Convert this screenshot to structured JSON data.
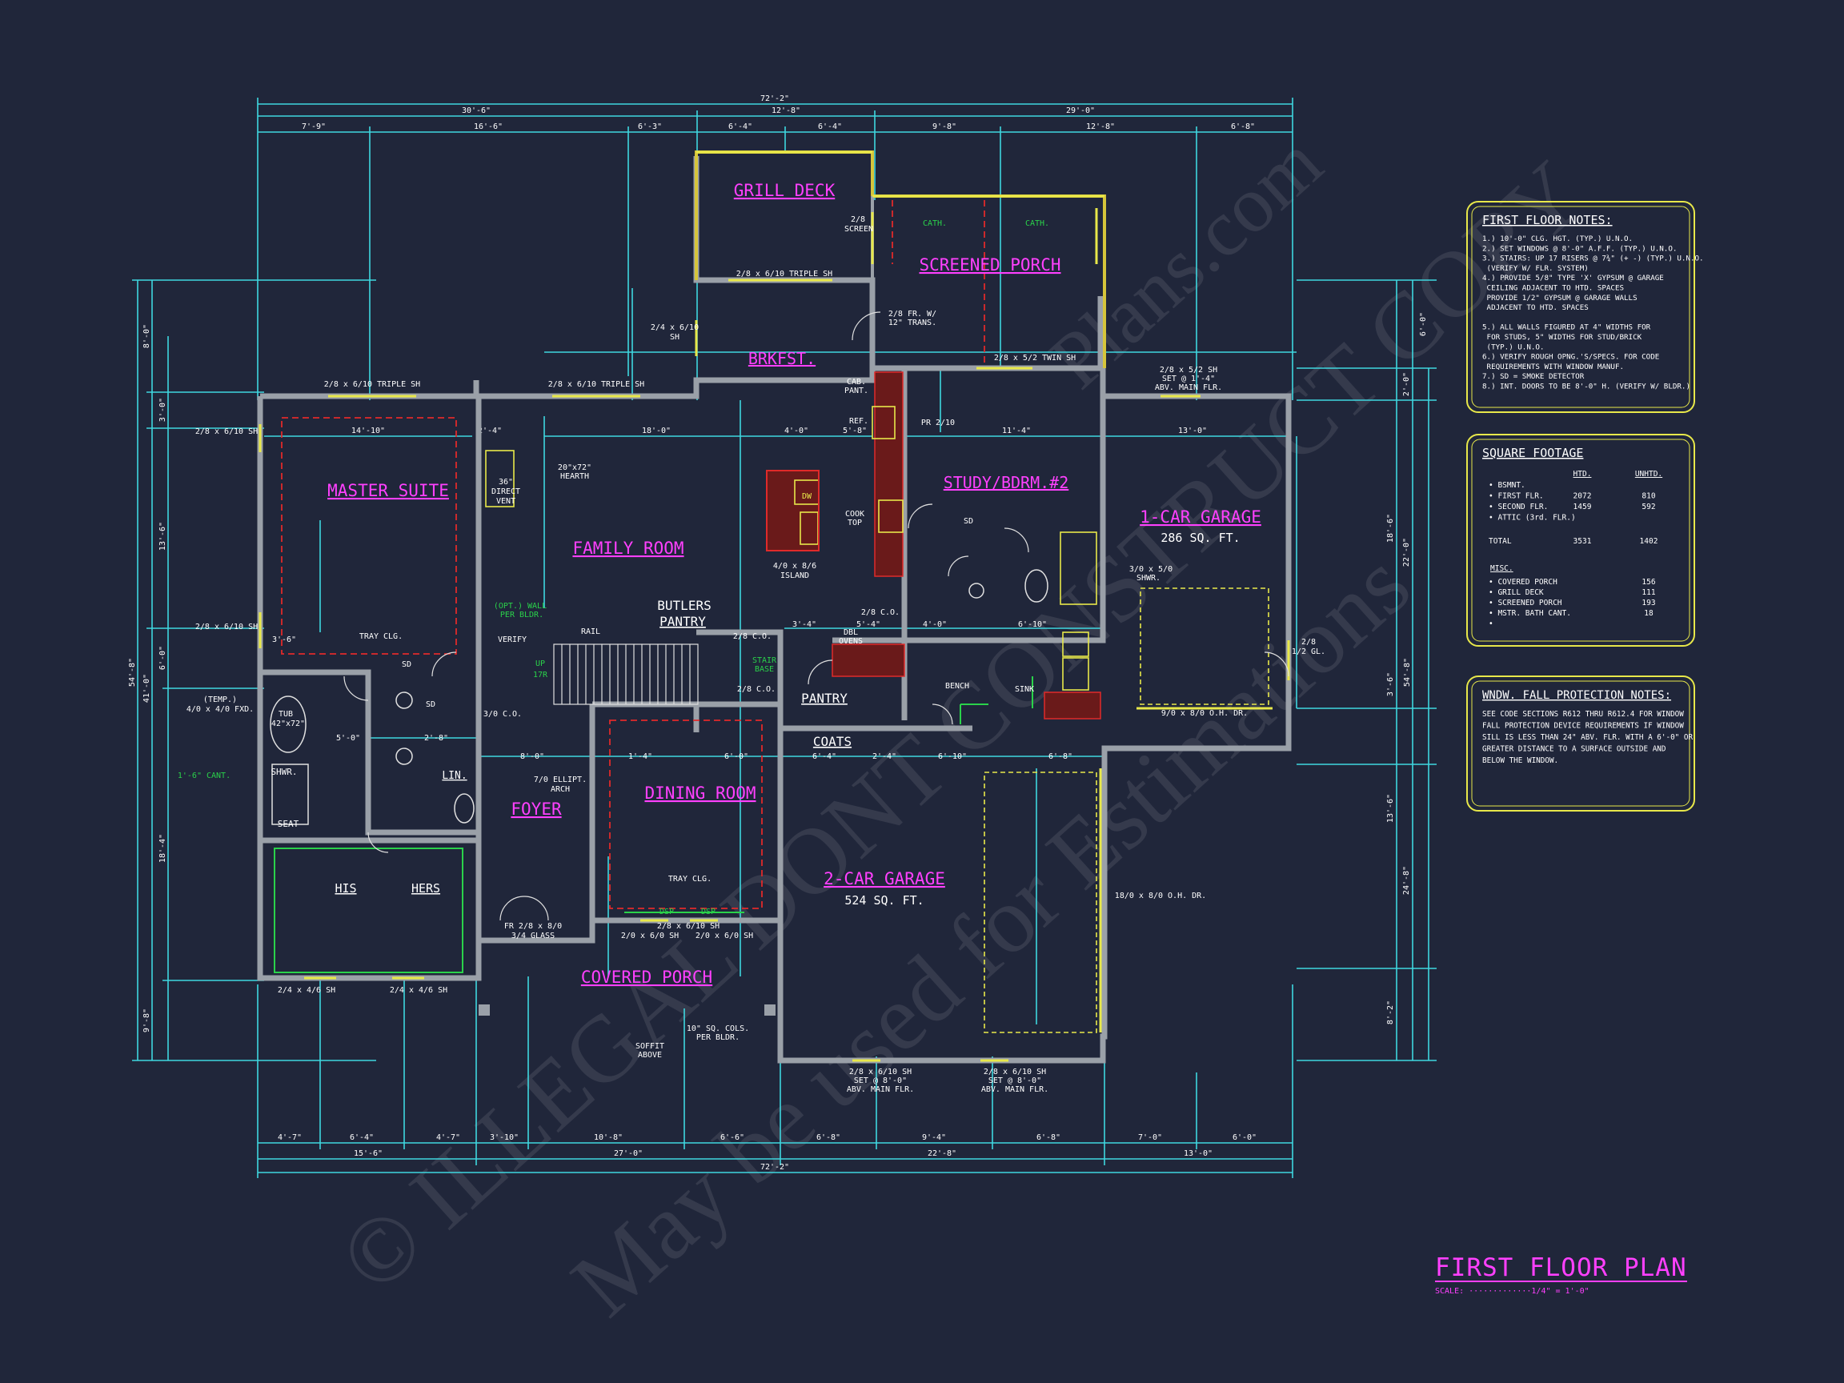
{
  "drawing": {
    "title": "FIRST FLOOR PLAN",
    "scale": "SCALE: ·············1/4\" = 1'-0\"",
    "watermark_1": "© ILLEGAL DONT CONSTRUCT COPY",
    "watermark_2": "May be used for Estimations",
    "watermark_3": "Plans.com"
  },
  "colors": {
    "background": "#20263a",
    "wall": "#9aa0a8",
    "dimension": "#3fd7e0",
    "room_label": "#ff40ff",
    "annotation": "#ffffff",
    "window": "#e8e84a",
    "red_dashed": "#e02a2a",
    "green": "#2ad24a",
    "note_border": "#e8e84a"
  },
  "rooms": {
    "grill_deck": "GRILL DECK",
    "screened_porch": "SCREENED PORCH",
    "brkfst": "BRKFST.",
    "master_suite": "MASTER SUITE",
    "family_room": "FAMILY ROOM",
    "study": "STUDY/BDRM.#2",
    "garage1": "1-CAR GARAGE",
    "garage1_area": "286 SQ. FT.",
    "butlers": "BUTLERS",
    "butlers2": "PANTRY",
    "pantry": "PANTRY",
    "coats": "COATS",
    "foyer": "FOYER",
    "dining": "DINING ROOM",
    "garage2": "2-CAR GARAGE",
    "garage2_area": "524 SQ. FT.",
    "covered_porch": "COVERED PORCH",
    "his": "HIS",
    "hers": "HERS",
    "lin": "LIN.",
    "shwr": "SHWR.",
    "seat": "SEAT"
  },
  "annotations": {
    "w_triple_sh_top": "2/8 x 6/10 TRIPLE SH",
    "w_triple_sh_mid": "2/8 x 6/10 TRIPLE SH",
    "w_triple_sh_brk": "2/8 x 6/10 TRIPLE SH",
    "w_sh_left1": "2/8 x 6/10 SH",
    "w_sh_left2": "2/8 x 6/10 SH",
    "w_sh_brk": "2/4 x 6/10",
    "w_sh_brk2": "SH",
    "w_twin_sh": "2/8 x 5/2 TWIN SH",
    "w_garage_sh": "2/8 x 5/2 SH",
    "w_garage_sh2": "SET @ 1'-4\"",
    "w_garage_sh3": "ABV. MAIN FLR.",
    "screen": "2/8",
    "screen2": "SCREEN",
    "cath1": "CATH.",
    "cath2": "CATH.",
    "fr": "2/8 FR. W/",
    "fr2": "12\" TRANS.",
    "cab_pant": "CAB.",
    "cab_pant2": "PANT.",
    "ref": "REF.",
    "pr": "PR 2/10",
    "hearth": "20\"x72\"",
    "hearth2": "HEARTH",
    "direct": "36\"",
    "direct2": "DIRECT",
    "direct3": "VENT",
    "dw": "DW",
    "cooktop": "COOK",
    "cooktop2": "TOP",
    "island": "4/0 x 8/6",
    "island2": "ISLAND",
    "tray1": "TRAY CLG.",
    "tray2": "TRAY CLG.",
    "shwr_door": "3/0 x 5/0",
    "shwr_door2": "SHWR.",
    "rail": "RAIL",
    "verify": "VERIFY",
    "opt_wall": "(OPT.) WALL",
    "opt_wall2": "PER BLDR.",
    "up": "UP",
    "risers": "17R",
    "co1": "2/8 C.O.",
    "co2": "2/8 C.O.",
    "co3": "2/8 C.O.",
    "co4": "3/0 C.O.",
    "dbl_ovens": "DBL",
    "dbl_ovens2": "OVENS",
    "bench": "BENCH",
    "sink": "SINK",
    "ellipt": "7/0 ELLIPT.",
    "ellipt2": "ARCH",
    "front_door": "FR 2/8 x 8/0",
    "front_door2": "3/4 GLASS",
    "dining_win1": "2/8 x 6/10 SH",
    "dining_win2": "2/0 x 6/0 SH",
    "dining_win3": "2/0 x 6/0 SH",
    "soffit": "SOFFIT",
    "soffit2": "ABOVE",
    "cols": "10\" SQ. COLS.",
    "cols2": "PER BLDR.",
    "g_win1": "2/8 x 6/10 SH",
    "g_win1b": "SET @ 8'-0\"",
    "g_win1c": "ABV. MAIN FLR.",
    "g_win2": "2/8 x 6/10 SH",
    "g_win2b": "SET @ 8'-0\"",
    "g_win2c": "ABV. MAIN FLR.",
    "ohdr1": "9/0 x 8/0 O.H. DR.",
    "ohdr2": "18/0 x 8/0 O.H. DR.",
    "half_gl": "2/8",
    "half_gl2": "1/2 GL.",
    "tub": "TUB",
    "tub2": "42\"x72\"",
    "temp": "(TEMP.)",
    "temp2": "4/0 x 4/0 FXD.",
    "cant": "1'-6\" CANT.",
    "hw1": "2/4 x 4/6 SH",
    "hw2": "2/4 x 4/6 SH",
    "sd": "SD",
    "stair_base": "STAIR",
    "stair_base2": "BASE",
    "dsp": "DSP"
  },
  "dimensions": {
    "overall_top": "72'-2\"",
    "overall_bottom": "72'-2\"",
    "top_row1": [
      "30'-6\"",
      "12'-8\"",
      "29'-0\""
    ],
    "top_row2": [
      "7'-9\"",
      "16'-6\"",
      "6'-3\"",
      "6'-4\"",
      "6'-4\"",
      "9'-8\"",
      "12'-8\"",
      "6'-8\""
    ],
    "bottom_row1": [
      "4'-7\"",
      "6'-4\"",
      "4'-7\"",
      "3'-10\"",
      "10'-8\"",
      "6'-6\"",
      "6'-8\"",
      "9'-4\"",
      "6'-8\"",
      "7'-0\"",
      "6'-0\""
    ],
    "bottom_row2": [
      "15'-6\"",
      "27'-0\"",
      "22'-8\"",
      "13'-0\""
    ],
    "left_overall": "54'-8\"",
    "left_row": [
      "8'-0\"",
      "3'-0\"",
      "13'-6\"",
      "6'-0\"",
      "18'-4\"",
      "9'-8\"",
      "41'-0\""
    ],
    "right_overall": "54'-8\"",
    "right_row": [
      "6'-0\"",
      "2'-0\"",
      "18'-6\"",
      "22'-0\"",
      "3'-6\"",
      "13'-6\"",
      "24'-8\"",
      "8'-2\""
    ],
    "interior": [
      "14'-10\"",
      "18'-0\"",
      "4'-0\"",
      "5'-8\"",
      "11'-4\"",
      "13'-0\"",
      "2'-4\"",
      "3'-4\"",
      "5'-4\"",
      "4'-0\"",
      "6'-10\"",
      "8'-0\"",
      "1'-4\"",
      "6'-0\"",
      "6'-4\"",
      "2'-4\"",
      "6'-10\"",
      "6'-8\"",
      "5'-0\"",
      "3'-6\"",
      "2'-8\""
    ]
  },
  "notes": {
    "first_floor": {
      "title": "FIRST FLOOR NOTES:",
      "items": [
        "1.) 10'-0\" CLG. HGT. (TYP.) U.N.O.",
        "2.) SET WINDOWS @ 8'-0\" A.F.F. (TYP.) U.N.O.",
        "3.) STAIRS: UP 17 RISERS @ 7¾\" (+ -) (TYP.) U.N.O.",
        "    (VERIFY W/ FLR. SYSTEM)",
        "4.) PROVIDE 5/8\" TYPE 'X' GYPSUM @ GARAGE",
        "    CEILING ADJACENT TO HTD. SPACES",
        "    PROVIDE 1/2\" GYPSUM @ GARAGE WALLS",
        "    ADJACENT TO HTD. SPACES",
        "",
        "5.) ALL WALLS FIGURED AT 4\" WIDTHS FOR",
        "    FOR STUDS, 5\" WIDTHS FOR STUD/BRICK",
        "    (TYP.) U.N.O.",
        "6.) VERIFY ROUGH OPNG.'S/SPECS. FOR CODE",
        "    REQUIREMENTS WITH WINDOW MANUF.",
        "7.) SD = SMOKE DETECTOR",
        "8.) INT. DOORS TO BE 8'-0\" H. (VERIFY W/ BLDR.)"
      ]
    },
    "square_footage": {
      "title": "SQUARE FOOTAGE",
      "col_htd": "HTD.",
      "col_unhtd": "UNHTD.",
      "rows": [
        {
          "label": "• BSMNT.",
          "htd": "",
          "unhtd": ""
        },
        {
          "label": "• FIRST FLR.",
          "htd": "2072",
          "unhtd": "810"
        },
        {
          "label": "• SECOND FLR.",
          "htd": "1459",
          "unhtd": "592"
        },
        {
          "label": "• ATTIC (3rd. FLR.)",
          "htd": "",
          "unhtd": ""
        }
      ],
      "total_label": "TOTAL",
      "total_htd": "3531",
      "total_unhtd": "1402",
      "misc_title": "MISC.",
      "misc": [
        {
          "label": "• COVERED PORCH",
          "value": "156"
        },
        {
          "label": "• GRILL DECK",
          "value": "111"
        },
        {
          "label": "• SCREENED PORCH",
          "value": "193"
        },
        {
          "label": "• MSTR. BATH CANT.",
          "value": "18"
        },
        {
          "label": "•",
          "value": ""
        }
      ]
    },
    "fall_protection": {
      "title": "WNDW. FALL PROTECTION NOTES:",
      "items": [
        "SEE CODE SECTIONS R612 THRU R612.4 FOR WINDOW",
        "FALL PROTECTION DEVICE REQUIREMENTS IF WINDOW",
        "SILL IS LESS THAN 24\" ABV. FLR. WITH A 6'-0\" OR",
        "GREATER DISTANCE TO A SURFACE OUTSIDE AND",
        "BELOW THE WINDOW."
      ]
    }
  }
}
